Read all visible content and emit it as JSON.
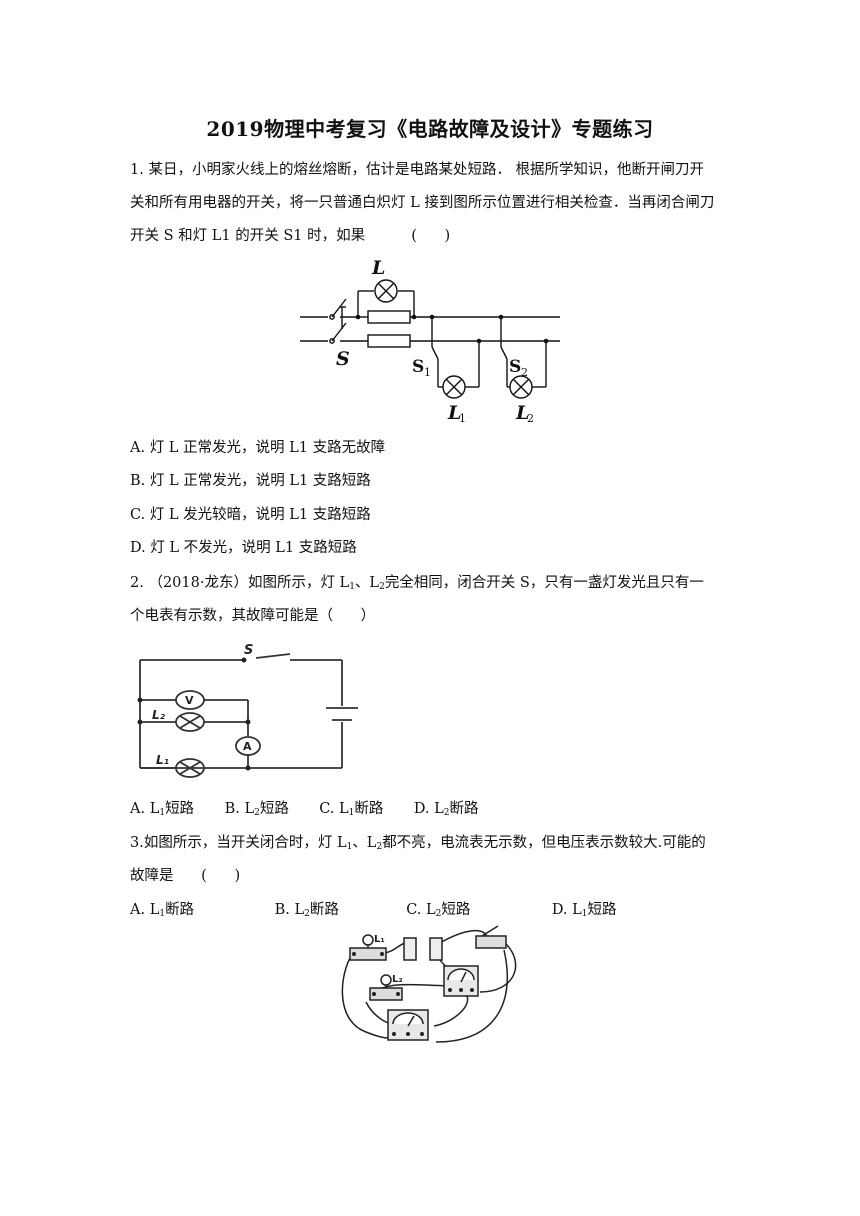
{
  "title": "2019物理中考复习《电路故障及设计》专题练习",
  "q1": {
    "line1": "1. 某日，小明家火线上的熔丝熔断，估计是电路某处短路． 根据所学知识，他断开闸刀开",
    "line2": "关和所有用电器的开关，将一只普通白炽灯 L 接到图所示位置进行相关检查．当再闭合闸刀",
    "line3": "开关 S 和灯 L1 的开关 S1 时，如果          (      )",
    "fig_labels": {
      "L": "L",
      "S": "S",
      "S1": "S",
      "S1_sub": "1",
      "S2": "S",
      "S2_sub": "2",
      "L1": "L",
      "L1_sub": "1",
      "L2": "L",
      "L2_sub": "2"
    },
    "options": [
      "A. 灯 L 正常发光，说明 L1 支路无故障",
      "B. 灯 L 正常发光，说明 L1 支路短路",
      "C. 灯 L 发光较暗，说明 L1 支路短路",
      "D. 灯 L 不发光，说明 L1 支路短路"
    ]
  },
  "q2": {
    "line1_a": "2. （2018·龙东）如图所示，灯 L",
    "line1_sub1": "1",
    "line1_b": "、L",
    "line1_sub2": "2",
    "line1_c": "完全相同，闭合开关 S，只有一盏灯发光且只有一",
    "line2": "个电表有示数，其故障可能是（      ）",
    "fig_labels": {
      "S": "S",
      "V": "V",
      "A": "A",
      "L2": "L₂",
      "L1": "L₁"
    },
    "options": [
      {
        "pre": "A. L",
        "sub": "1",
        "post": "短路"
      },
      {
        "pre": "B. L",
        "sub": "2",
        "post": "短路"
      },
      {
        "pre": "C. L",
        "sub": "1",
        "post": "断路"
      },
      {
        "pre": "D. L",
        "sub": "2",
        "post": "断路"
      }
    ]
  },
  "q3": {
    "line1_a": "3.如图所示，当开关闭合时，灯 L",
    "line1_sub1": "1",
    "line1_b": "、L",
    "line1_sub2": "2",
    "line1_c": "都不亮，电流表无示数，但电压表示数较大.可能的",
    "line2": "故障是      (      )",
    "fig_labels": {
      "L1": "L₁",
      "L2": "L₂"
    },
    "options": [
      {
        "pre": "A. L",
        "sub": "1",
        "post": "断路"
      },
      {
        "pre": "B. L",
        "sub": "2",
        "post": "断路"
      },
      {
        "pre": "C. L",
        "sub": "2",
        "post": "短路"
      },
      {
        "pre": "D. L",
        "sub": "1",
        "post": "短路"
      }
    ]
  }
}
